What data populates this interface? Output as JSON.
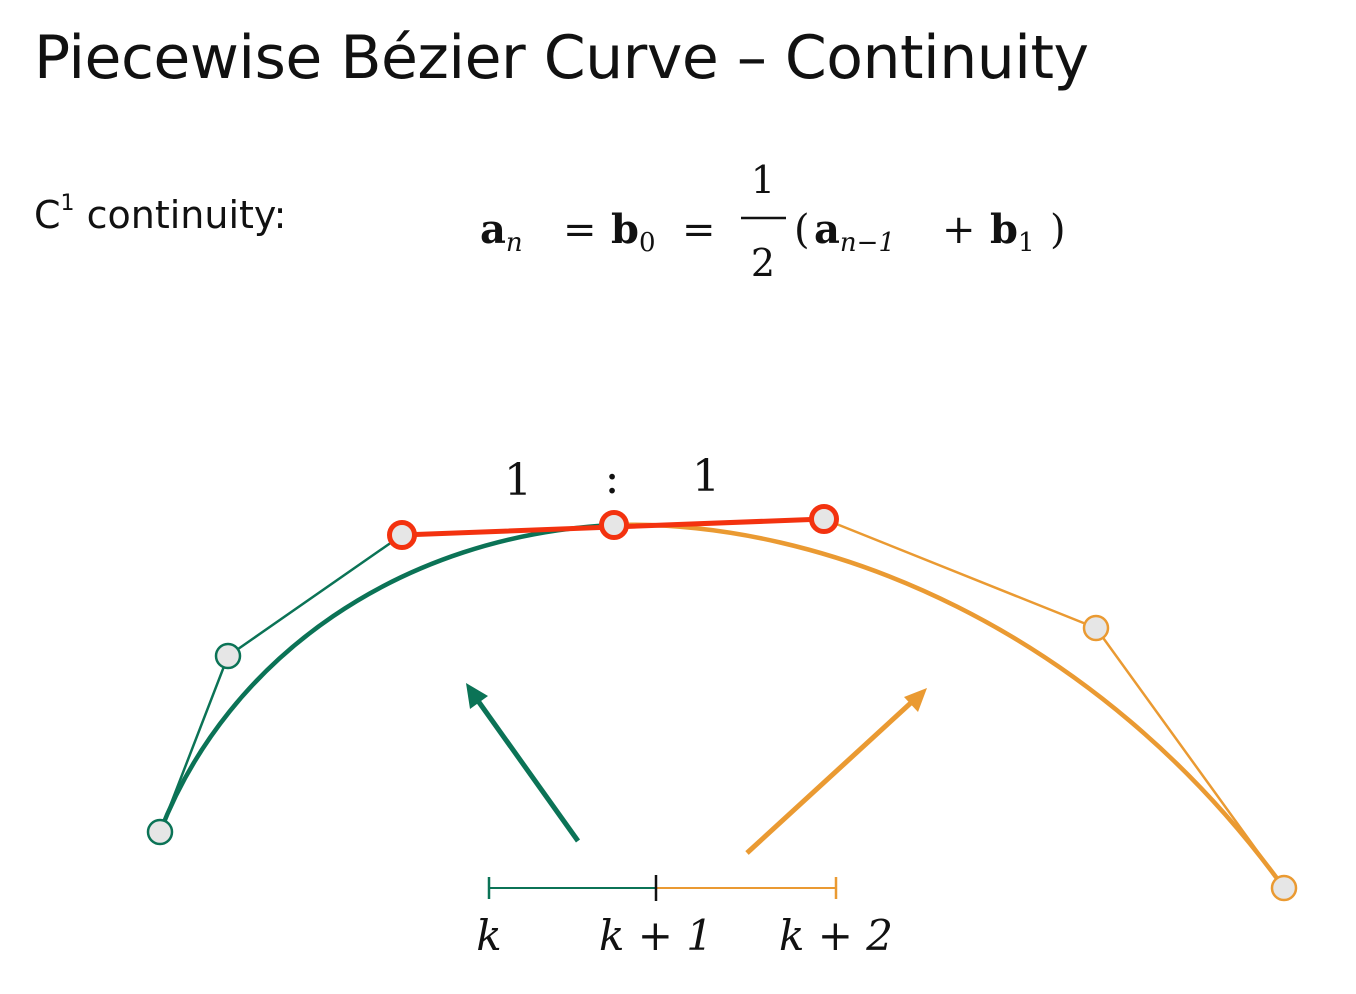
{
  "title": "Piecewise Bézier Curve – Continuity",
  "condition": {
    "label": "C",
    "superscript": "1",
    "label_suffix": " continuity:",
    "formula": {
      "lhs_symbol": "a",
      "lhs_subscript": "n",
      "mid_symbol": "b",
      "mid_subscript": "0",
      "fraction_numerator": "1",
      "fraction_denominator": "2",
      "term1_symbol": "a",
      "term1_subscript": "n−1",
      "term2_symbol": "b",
      "term2_subscript": "1"
    }
  },
  "ratio": {
    "left": "1",
    "separator": ":",
    "right": "1"
  },
  "parameter_axis": {
    "labels": [
      "k",
      "k + 1",
      "k + 2"
    ]
  },
  "colors": {
    "first_segment": "#0b7356",
    "second_segment": "#ea9a32",
    "tangent_highlight": "#f3320f",
    "control_point_fill": "#e6e6e6",
    "text": "#111111"
  }
}
